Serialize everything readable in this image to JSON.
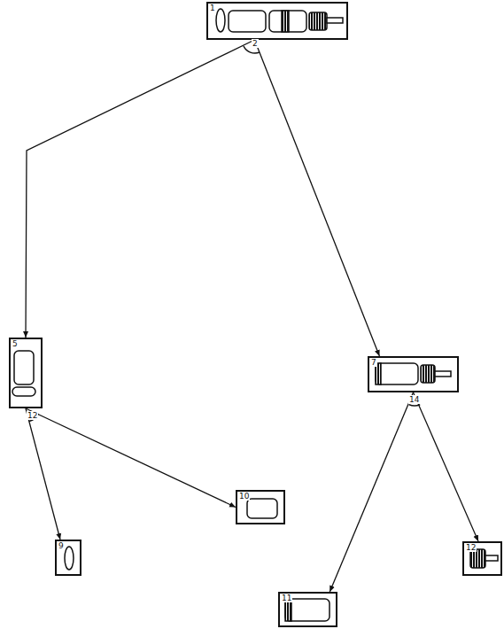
{
  "diagram": {
    "nodes": [
      {
        "text": [
          "1"
        ]
      },
      {
        "text": [
          "5"
        ]
      },
      {
        "text": [
          "7"
        ]
      },
      {
        "text": [
          "9"
        ]
      },
      {
        "text": [
          "10"
        ]
      },
      {
        "text": [
          "11"
        ]
      },
      {
        "text": [
          "12"
        ]
      }
    ],
    "edges": [
      {
        "from": 0,
        "to": 1,
        "arrow": "to"
      },
      {
        "from": 0,
        "to": 2,
        "arrow": "to"
      },
      {
        "from": 1,
        "to": 3,
        "arrow": "to"
      },
      {
        "from": 1,
        "to": 4,
        "arrow": "to"
      },
      {
        "from": 2,
        "to": 5,
        "arrow": "to"
      },
      {
        "from": 2,
        "to": 6,
        "arrow": "to"
      }
    ],
    "labels": [
      "2",
      "12",
      "14"
    ]
  }
}
